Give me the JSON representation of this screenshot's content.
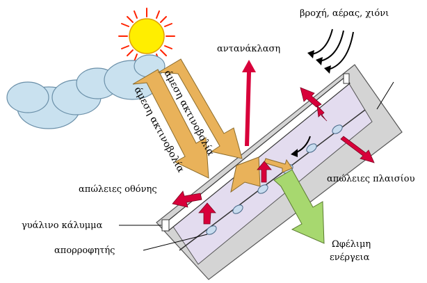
{
  "labels": {
    "weather": "βροχή, αέρας, χιόνι",
    "reflection": "αντανάκλαση",
    "direct_left": "άμεση ακτινοβολία",
    "direct_right": "άμεση ακτινοβολία",
    "cover_losses": "απώλειες οθόνης",
    "frame_losses": "απώλειες πλαισίου",
    "glass_cover": "γυάλινο κάλυμμα",
    "absorber": "απορροφητής",
    "useful_energy_1": "Ωφέλιμη",
    "useful_energy_2": "ενέργεια"
  },
  "colors": {
    "sun": "#ffee00",
    "sun_rays": "#ff2200",
    "cloud": "#c9e1ef",
    "beam": "#e9b25a",
    "loss_arrow": "#d8003a",
    "useful_arrow": "#a7d86f",
    "frame": "#d4d4d4",
    "glass": "#ffffff",
    "absorber_layer": "#e3dcef",
    "pipe": "#c8dcef"
  }
}
